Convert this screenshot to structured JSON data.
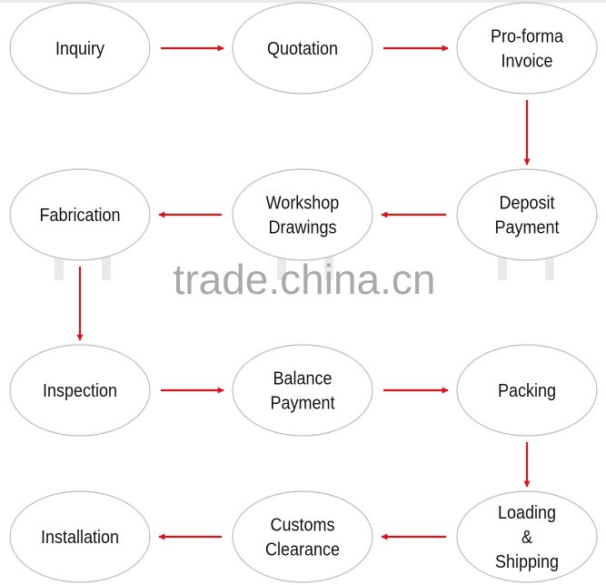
{
  "diagram": {
    "type": "process-flow",
    "watermark": "trade.china.cn",
    "colors": {
      "arrow": "#d7141a",
      "node_border": "#bdbdbd",
      "text": "#111111",
      "watermark": "#a9a9a9"
    },
    "nodes": [
      {
        "id": "inquiry",
        "lines": [
          "Inquiry"
        ]
      },
      {
        "id": "quotation",
        "lines": [
          "Quotation"
        ]
      },
      {
        "id": "proforma-invoice",
        "lines": [
          "Pro-forma",
          "Invoice"
        ]
      },
      {
        "id": "deposit-payment",
        "lines": [
          "Deposit",
          "Payment"
        ]
      },
      {
        "id": "workshop-drawings",
        "lines": [
          "Workshop",
          "Drawings"
        ]
      },
      {
        "id": "fabrication",
        "lines": [
          "Fabrication"
        ]
      },
      {
        "id": "inspection",
        "lines": [
          "Inspection"
        ]
      },
      {
        "id": "balance-payment",
        "lines": [
          "Balance",
          "Payment"
        ]
      },
      {
        "id": "packing",
        "lines": [
          "Packing"
        ]
      },
      {
        "id": "loading-shipping",
        "lines": [
          "Loading",
          "&",
          "Shipping"
        ]
      },
      {
        "id": "customs-clearance",
        "lines": [
          "Customs",
          "Clearance"
        ]
      },
      {
        "id": "installation",
        "lines": [
          "Installation"
        ]
      }
    ],
    "edges": [
      {
        "from": "inquiry",
        "to": "quotation"
      },
      {
        "from": "quotation",
        "to": "proforma-invoice"
      },
      {
        "from": "proforma-invoice",
        "to": "deposit-payment"
      },
      {
        "from": "deposit-payment",
        "to": "workshop-drawings"
      },
      {
        "from": "workshop-drawings",
        "to": "fabrication"
      },
      {
        "from": "fabrication",
        "to": "inspection"
      },
      {
        "from": "inspection",
        "to": "balance-payment"
      },
      {
        "from": "balance-payment",
        "to": "packing"
      },
      {
        "from": "packing",
        "to": "loading-shipping"
      },
      {
        "from": "loading-shipping",
        "to": "customs-clearance"
      },
      {
        "from": "customs-clearance",
        "to": "installation"
      }
    ]
  }
}
